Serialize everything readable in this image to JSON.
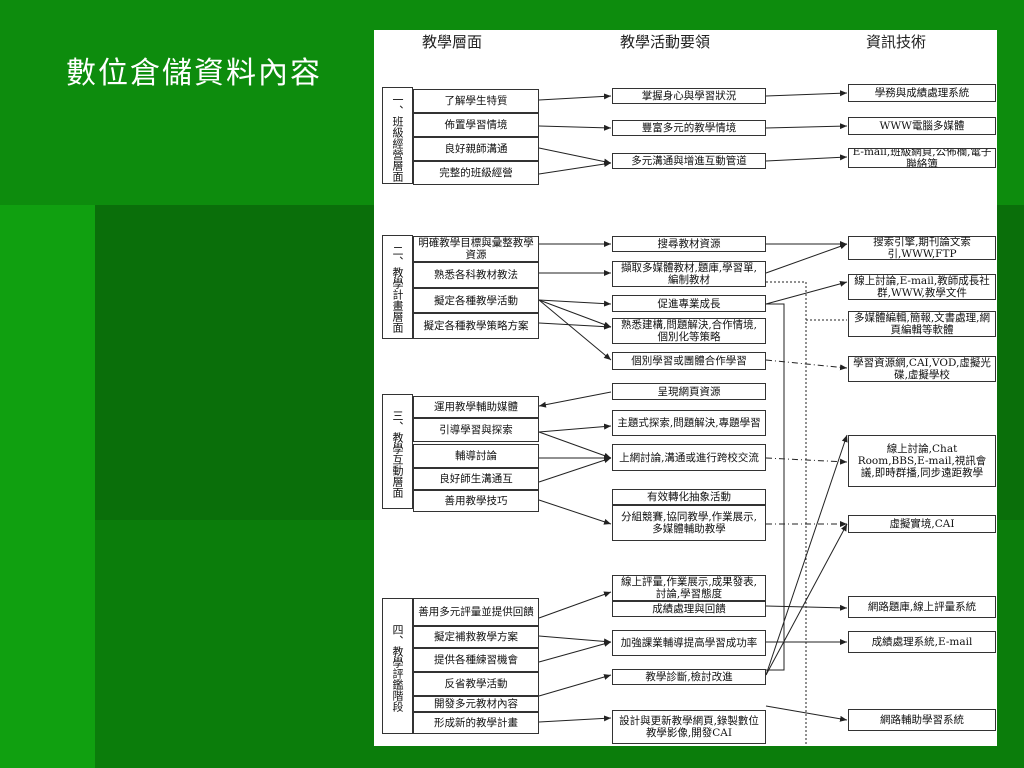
{
  "slide": {
    "title": "數位倉儲資料內容",
    "background": "#0d8c0d"
  },
  "headers": {
    "level": "教學層面",
    "activity": "教學活動要領",
    "tech": "資訊技術"
  },
  "sections": [
    {
      "label": "一、班級經營層面"
    },
    {
      "label": "二、教學計畫層面"
    },
    {
      "label": "三、教學互動層面"
    },
    {
      "label": "四、教學評鑑階段"
    }
  ],
  "left_items": [
    "了解學生特質",
    "佈置學習情境",
    "良好親師溝通",
    "完整的班級經營",
    "明確教學目標與彙整教學資源",
    "熟悉各科教材教法",
    "擬定各種教學活動",
    "擬定各種教學策略方案",
    "運用教學輔助媒體",
    "引導學習與探索",
    "輔導討論",
    "良好師生溝通互",
    "善用教學技巧",
    "善用多元評量並提供回饋",
    "擬定補救教學方案",
    "提供各種練習機會",
    "反省教學活動",
    "開發多元教材內容",
    "形成新的教學計畫"
  ],
  "middle_items": [
    "掌握身心與學習狀況",
    "豐富多元的教學情境",
    "多元溝通與增進互動管道",
    "搜尋教材資源",
    "擷取多媒體教材,題庫,學習單,編制教材",
    "促進專業成長",
    "熟悉建構,問題解決,合作情境,個別化等策略",
    "個別學習或團體合作學習",
    "呈現網頁資源",
    "主題式探索,問題解決,專題學習",
    "上網討論,溝通或進行跨校交流",
    "有效轉化抽象活動",
    "分組競賽,協同教學,作業展示,多媒體輔助教學",
    "線上評量,作業展示,成果發表,討論,學習態度",
    "成績處理與回饋",
    "加強課業輔導提高學習成功率",
    "教學診斷,檢討改進",
    "設計與更新教學網頁,錄製數位教學影像,開發CAI"
  ],
  "right_items": [
    "學務與成績處理系統",
    "WWW電腦多媒體",
    "E-mail,班級網頁,公佈欄,電子聯絡簿",
    "搜索引擎,期刊論文索引,WWW,FTP",
    "線上討論,E-mail,教師成長社群,WWW,教學文件",
    "多媒體編輯,簡報,文書處理,網頁編輯等軟體",
    "學習資源網,CAI,VOD,虛擬光碟,虛擬學校",
    "線上討論,Chat Room,BBS,E-mail,視訊會議,即時群播,同步遠距教學",
    "虛擬實境,CAI",
    "網路題庫,線上評量系統",
    "成績處理系統,E-mail",
    "網路輔助學習系統"
  ]
}
